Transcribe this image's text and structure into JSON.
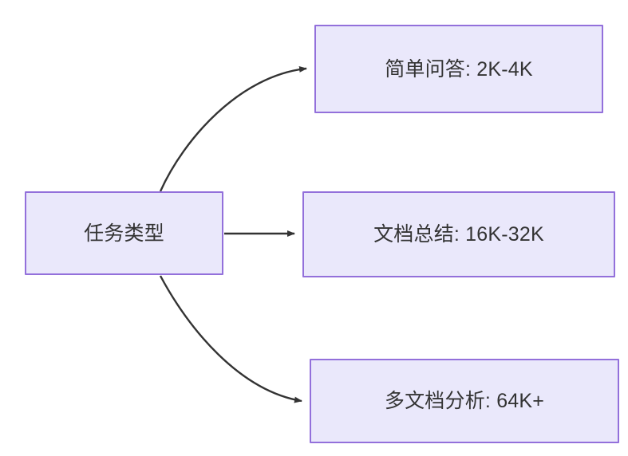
{
  "diagram": {
    "type": "flowchart",
    "direction": "left-to-right",
    "title": "任务类型",
    "colors": {
      "node_fill": "#eae8fb",
      "node_border": "#9370db",
      "node_text": "#333333",
      "edge_stroke": "#333333",
      "background": "#ffffff"
    },
    "nodes": [
      {
        "id": "root",
        "label": "任务类型"
      },
      {
        "id": "simple_qa",
        "label": "简单问答: 2K-4K"
      },
      {
        "id": "doc_sum",
        "label": "文档总结: 16K-32K"
      },
      {
        "id": "multi_doc",
        "label": "多文档分析: 64K+"
      }
    ],
    "edges": [
      {
        "from": "root",
        "to": "simple_qa",
        "label": "",
        "style": "curved-arrow"
      },
      {
        "from": "root",
        "to": "doc_sum",
        "label": "",
        "style": "straight-arrow"
      },
      {
        "from": "root",
        "to": "multi_doc",
        "label": "",
        "style": "curved-arrow"
      }
    ]
  }
}
